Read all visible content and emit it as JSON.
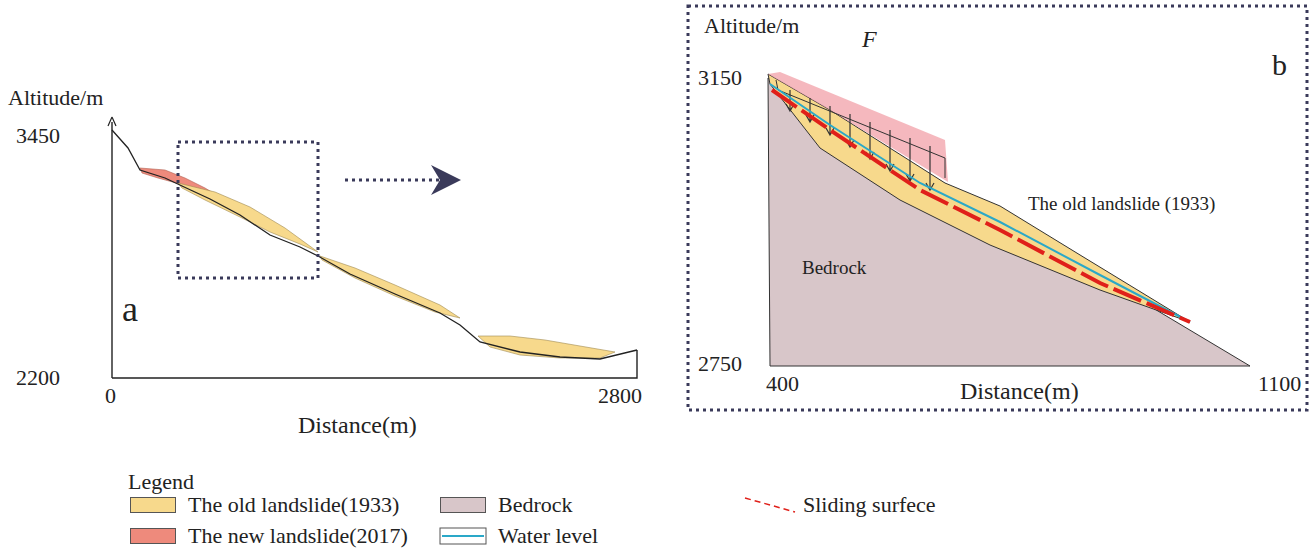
{
  "diagram": {
    "labels": [
      "Altitude/m",
      "3450",
      "2200",
      "0",
      "2800",
      "Distance(m)",
      "a",
      "Legend",
      "b",
      "Altitude/m",
      "3150",
      "2750",
      "400",
      "1100",
      "Distance(m)",
      "F",
      "Bedrock",
      "The  old landslide (1933)"
    ],
    "legend": [
      {
        "text": "The old landslide(1933)",
        "color": "#f7d98c"
      },
      {
        "text": "Bedrock",
        "color": "#d8c6c9"
      },
      {
        "text": "Sliding surfece"
      },
      {
        "text": "The new landslide(2017)",
        "color": "#ee8a7c"
      },
      {
        "text": "Water level"
      }
    ]
  }
}
